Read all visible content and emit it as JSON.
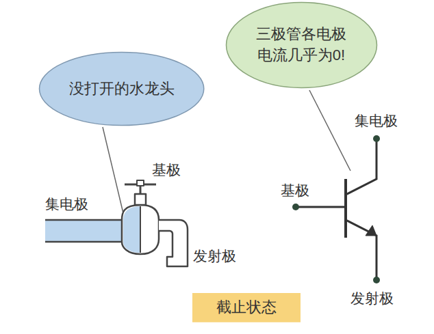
{
  "diagram": {
    "nodes": [
      {
        "text": [
          "没打开的水龙头"
        ]
      },
      {
        "text": [
          "三极管各电极 电流几乎为0!"
        ]
      },
      {
        "text": [
          "截止状态"
        ]
      }
    ],
    "labels": [
      "集电极",
      "基极",
      "发射极",
      "集电极",
      "基极",
      "发射极"
    ]
  }
}
